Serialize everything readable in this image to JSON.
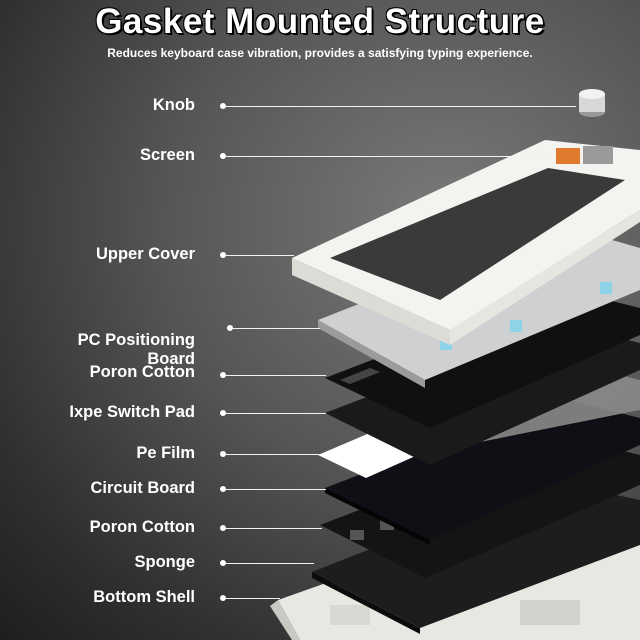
{
  "header": {
    "title": "Gasket Mounted Structure",
    "subtitle": "Reduces keyboard case vibration, provides a satisfying typing experience."
  },
  "layers": [
    {
      "label": "Knob"
    },
    {
      "label": "Screen"
    },
    {
      "label": "Upper Cover"
    },
    {
      "label": "PC Positioning\nBoard"
    },
    {
      "label": "Poron Cotton"
    },
    {
      "label": "Ixpe Switch Pad"
    },
    {
      "label": "Pe Film"
    },
    {
      "label": "Circuit Board"
    },
    {
      "label": "Poron Cotton"
    },
    {
      "label": "Sponge"
    },
    {
      "label": "Bottom Shell"
    }
  ],
  "colors": {
    "text": "#ffffff",
    "case_white": "#f4f3ef",
    "foam_black": "#141414",
    "film_white": "#ffffff",
    "switch_accent": "#8fd3e8",
    "screen_orange": "#e07a2c"
  }
}
